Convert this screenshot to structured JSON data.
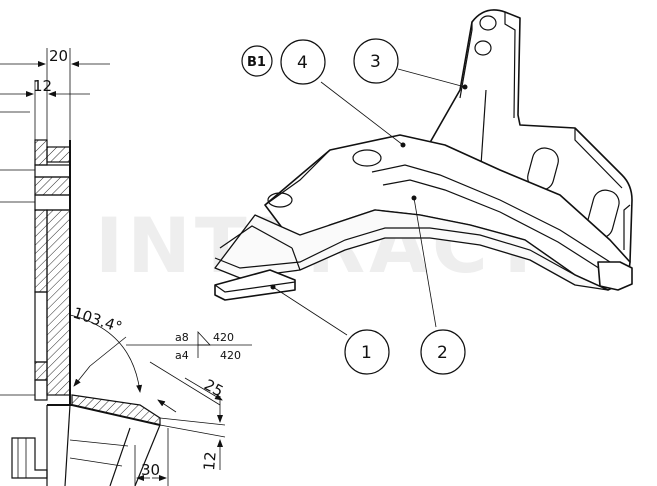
{
  "watermark": "INTERACT",
  "section_view": {
    "dim_top_width": "20",
    "dim_thickness": "12",
    "dim_angle": "103.4°",
    "weld_top": {
      "size": "a8",
      "length": "420"
    },
    "weld_bottom": {
      "size": "a4",
      "length": "420"
    },
    "dim_diagonal": "25",
    "dim_vertical": "12",
    "dim_bottom": "30"
  },
  "iso_view": {
    "view_ref": "B1",
    "callouts": [
      {
        "number": "1"
      },
      {
        "number": "2"
      },
      {
        "number": "3"
      },
      {
        "number": "4"
      }
    ]
  }
}
